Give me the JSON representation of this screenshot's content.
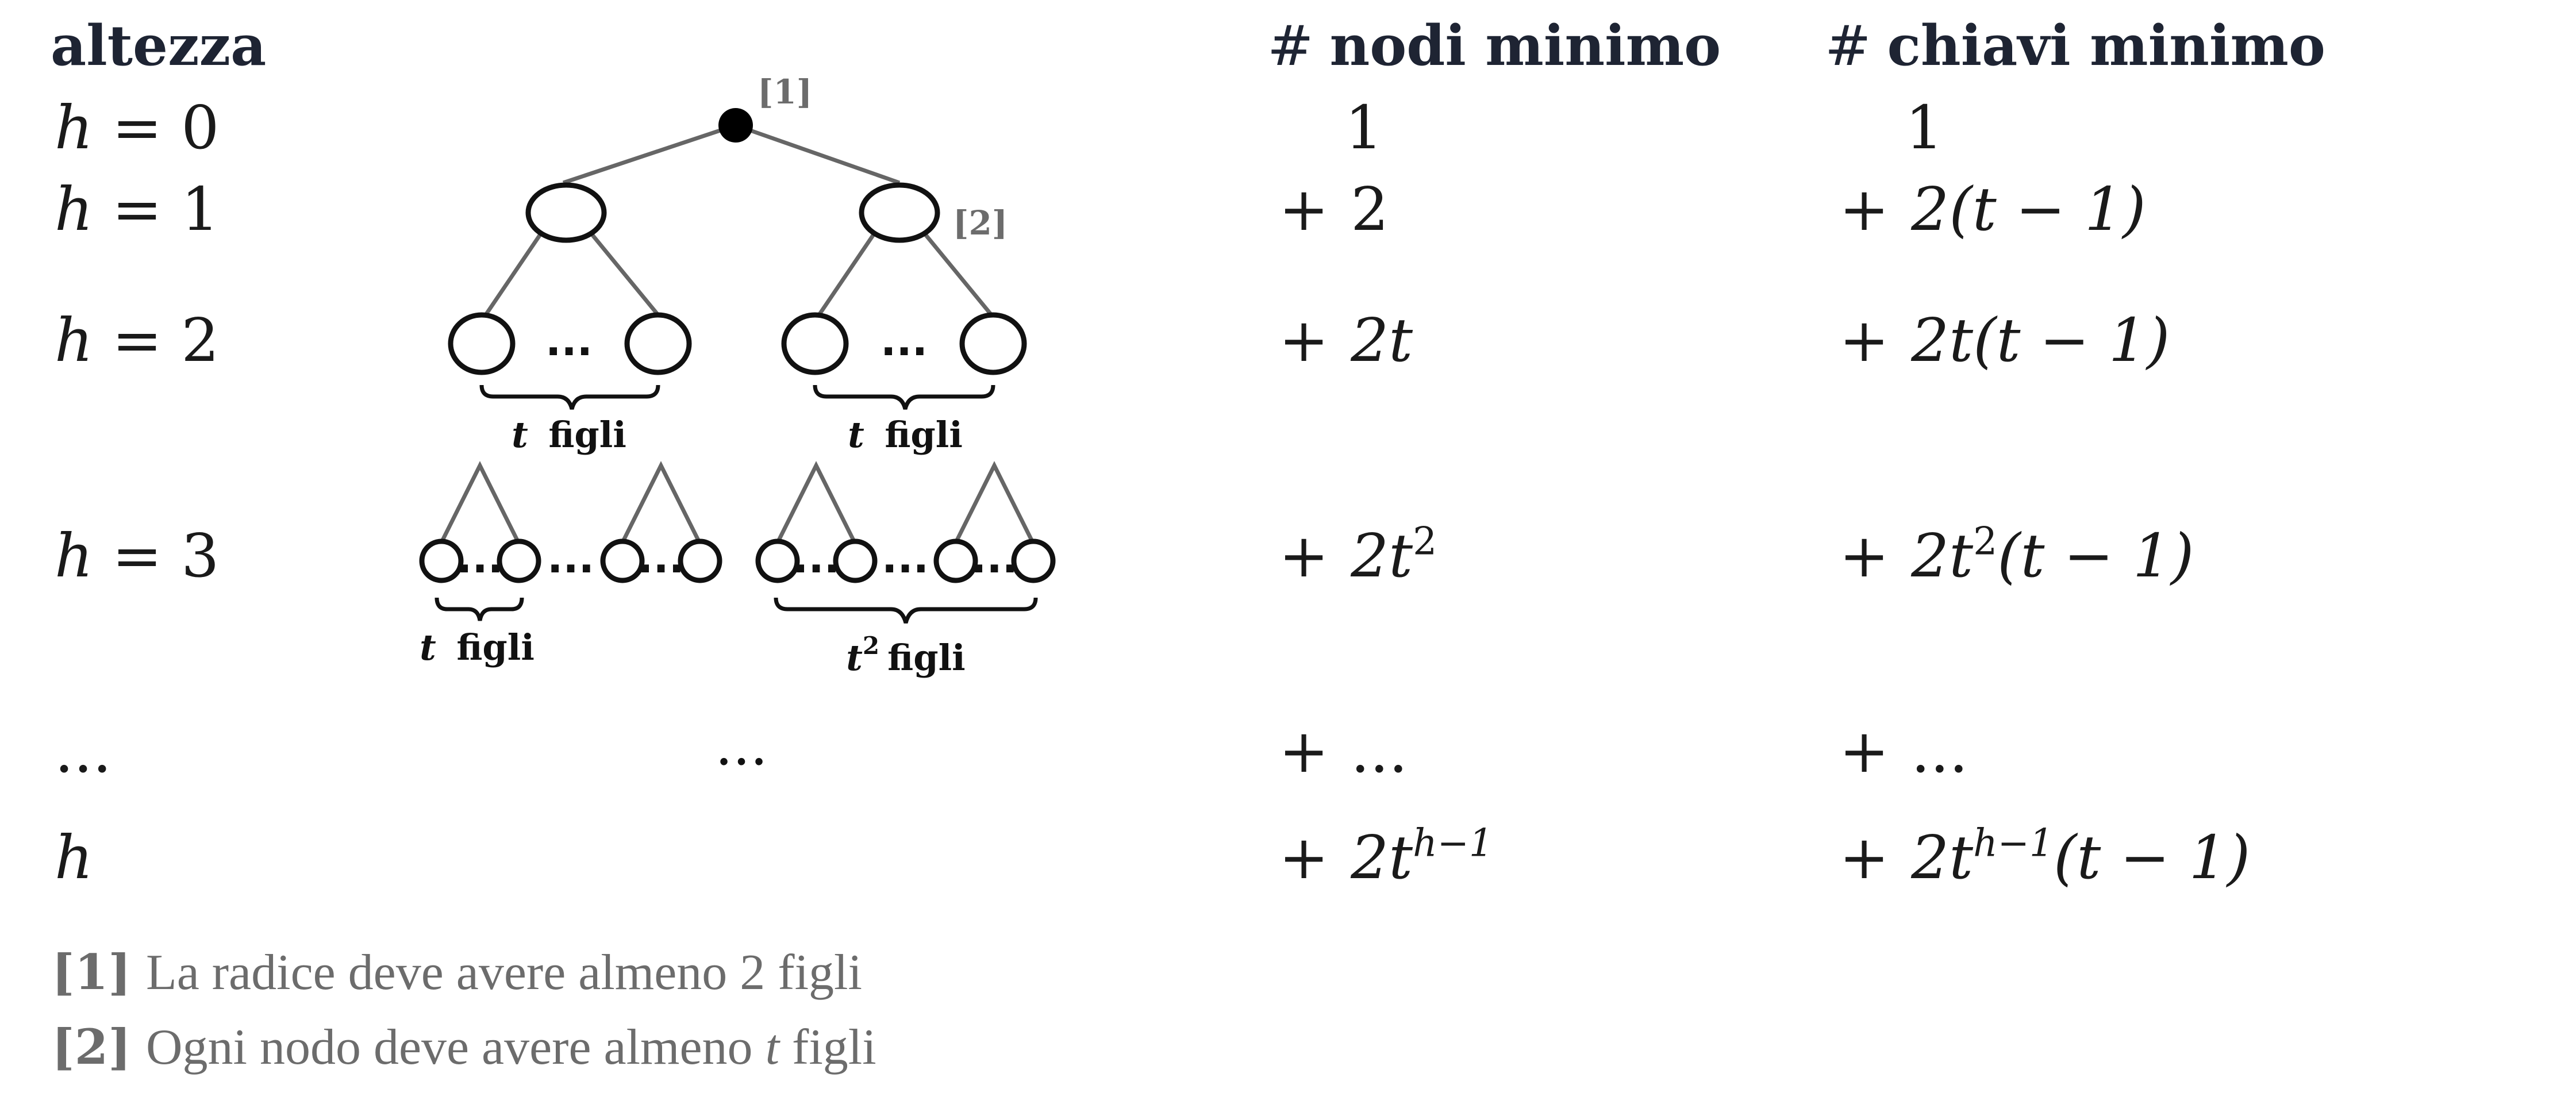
{
  "headers": {
    "height": "altezza",
    "min_nodes": "nodi minimo",
    "min_keys": "chiavi minimo",
    "hash": "#"
  },
  "rows": [
    {
      "h_var": "h",
      "h_eq": "= 0",
      "nodes": "1",
      "keys": "1"
    },
    {
      "h_var": "h",
      "h_eq": "= 1",
      "nodes_plus": "+",
      "nodes": "2",
      "keys_plus": "+",
      "keys": "2(t − 1)"
    },
    {
      "h_var": "h",
      "h_eq": "= 2",
      "nodes_plus": "+",
      "nodes": "2t",
      "keys_plus": "+",
      "keys": "2t(t − 1)"
    },
    {
      "h_var": "h",
      "h_eq": "= 3",
      "nodes_plus": "+",
      "nodes": "2t",
      "nodes_exp": "2",
      "keys_plus": "+",
      "keys_a": "2t",
      "keys_exp": "2",
      "keys_b": "(t − 1)"
    },
    {
      "h_var": "...",
      "tree": "...",
      "nodes_plus": "+",
      "nodes": "...",
      "keys_plus": "+",
      "keys": "..."
    },
    {
      "h_var": "h",
      "nodes_plus": "+",
      "nodes": "2t",
      "nodes_exp": "h−1",
      "keys_plus": "+",
      "keys_a": "2t",
      "keys_exp": "h−1",
      "keys_b": "(t − 1)"
    }
  ],
  "tree": {
    "mark_root": "[1]",
    "mark_child": "[2]",
    "ellipsis": "...",
    "brace_t_children": "t figli",
    "brace_t2_children_var": "t",
    "brace_t2_exp": "2",
    "brace_t2_word": "figli",
    "brace_var": "t",
    "brace_word": "figli"
  },
  "notes": [
    {
      "tag": "[1]",
      "text": "La radice deve avere almeno 2 figli"
    },
    {
      "tag": "[2]",
      "text_before": "Ogni nodo deve avere almeno ",
      "var": "t",
      "text_after": " figli"
    }
  ],
  "colors": {
    "header": "#1e2433",
    "note": "#6c6c6c",
    "edge": "#666666",
    "node_stroke": "#111111"
  }
}
